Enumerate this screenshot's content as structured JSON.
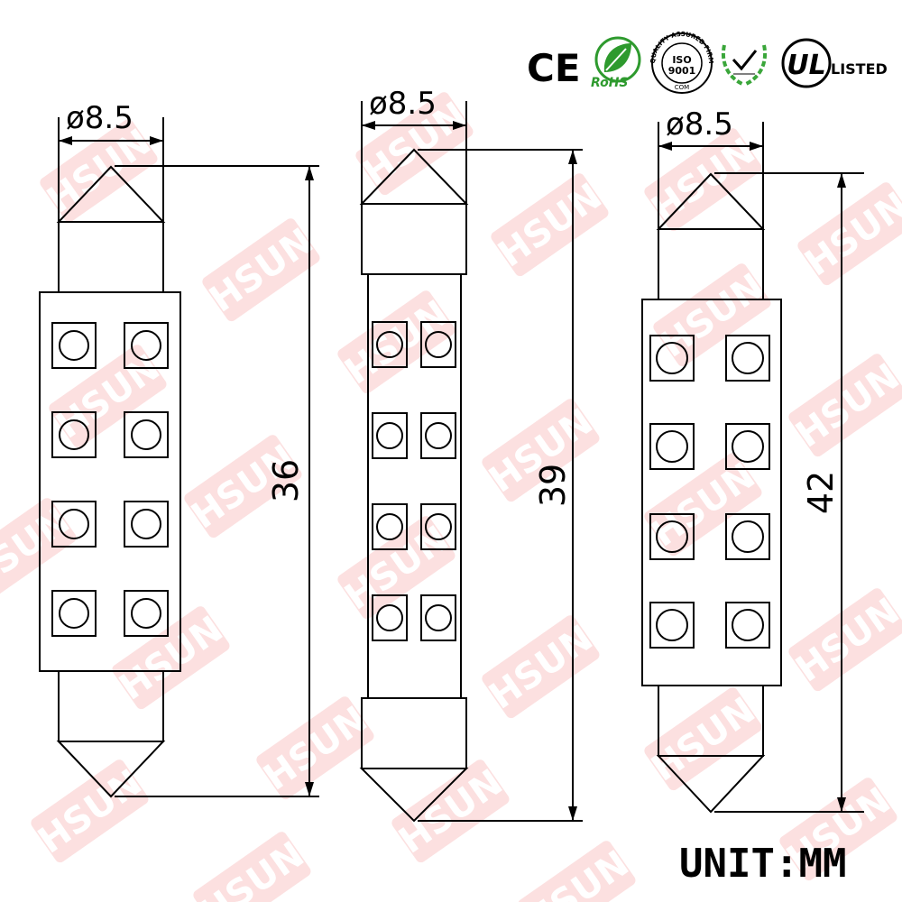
{
  "unit_label": "UNIT:MM",
  "certifications": [
    {
      "name": "ce-mark",
      "text": "CE"
    },
    {
      "name": "rohs-logo",
      "text": "RoHS"
    },
    {
      "name": "iso-logo",
      "text": "ISO 9001",
      "ring_text": "QUALITY ASSURED FIRM",
      "sub": "COM"
    },
    {
      "name": "check-leaf-logo",
      "text": ""
    },
    {
      "name": "ul-logo",
      "text": "UL",
      "suffix": "LISTED"
    }
  ],
  "bulbs": [
    {
      "name": "bulb-36mm",
      "diameter_label": "ø8.5",
      "length_label": "36",
      "leds_per_column": 4
    },
    {
      "name": "bulb-39mm",
      "diameter_label": "ø8.5",
      "length_label": "39",
      "leds_per_column": 4
    },
    {
      "name": "bulb-42mm",
      "diameter_label": "ø8.5",
      "length_label": "42",
      "leds_per_column": 4
    }
  ],
  "watermark": "HSUN",
  "colors": {
    "line": "#000000",
    "watermark_fill": "#e83a3a",
    "rohs_green": "#2e9a2e",
    "check_green": "#3aa63a"
  }
}
